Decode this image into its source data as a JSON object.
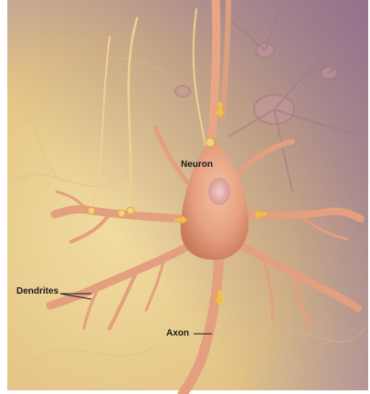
{
  "labels": {
    "neuron": "Neuron",
    "dendrites": "Dendrites",
    "axon": "Axon"
  },
  "colors": {
    "background_warm": "#e9cd8c",
    "background_cool": "#b69aa8",
    "cell_body": "#e9a685",
    "cell_shadow": "#c9775c",
    "nucleus": "#e7b7b0",
    "impulse_arrow": "#f2c23a",
    "synapse_bulb": "#f3d27a"
  }
}
